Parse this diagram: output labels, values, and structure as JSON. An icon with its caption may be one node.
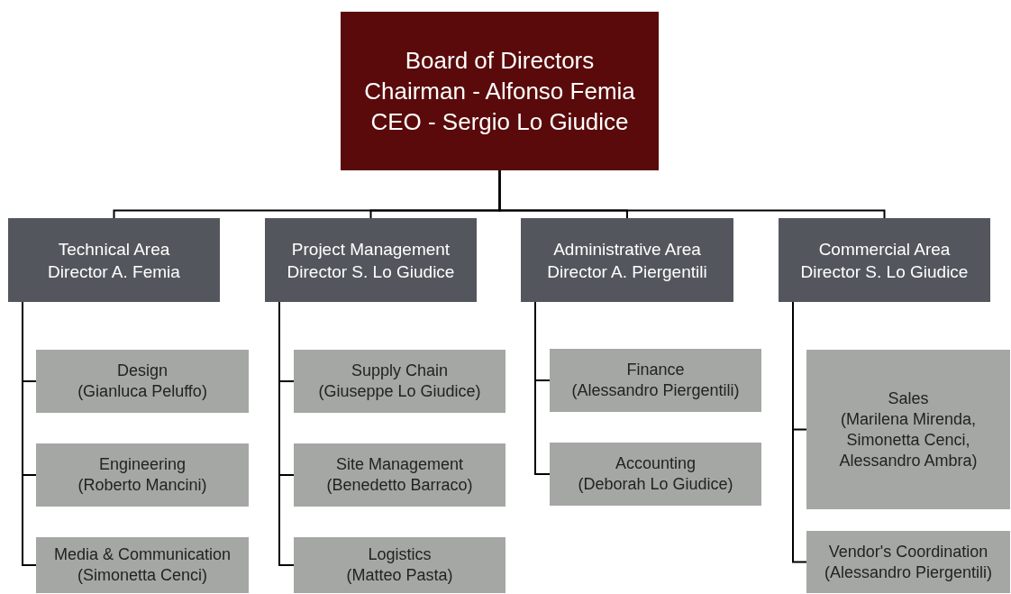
{
  "diagram": {
    "nodes": [
      {
        "text": [
          "Board of Directors",
          "Chairman - Alfonso Femia",
          "CEO - Sergio Lo Giudice"
        ]
      },
      {
        "text": [
          "Technical Area",
          "Director A. Femia"
        ]
      },
      {
        "text": [
          "Project Management",
          "Director S. Lo Giudice"
        ]
      },
      {
        "text": [
          "Administrative Area",
          "Director A. Piergentili"
        ]
      },
      {
        "text": [
          "Commercial Area",
          "Director S. Lo Giudice"
        ]
      },
      {
        "text": [
          "Design",
          "(Gianluca Peluffo)"
        ]
      },
      {
        "text": [
          "Engineering",
          "(Roberto Mancini)"
        ]
      },
      {
        "text": [
          "Media & Communication",
          "(Simonetta Cenci)"
        ]
      },
      {
        "text": [
          "Supply Chain",
          "(Giuseppe Lo Giudice)"
        ]
      },
      {
        "text": [
          "Site Management",
          "(Benedetto Barraco)"
        ]
      },
      {
        "text": [
          "Logistics",
          "(Matteo Pasta)"
        ]
      },
      {
        "text": [
          "Finance",
          "(Alessandro Piergentili)"
        ]
      },
      {
        "text": [
          "Accounting",
          "(Deborah Lo Giudice)"
        ]
      },
      {
        "text": [
          "Sales",
          "(Marilena Mirenda, Simonetta Cenci, Alessandro Ambra)"
        ]
      },
      {
        "text": [
          "Vendor's Coordination",
          "(Alessandro Piergentili)"
        ]
      }
    ],
    "edges": [
      {
        "from": 0,
        "to": 1,
        "arrow": "none"
      },
      {
        "from": 0,
        "to": 2,
        "arrow": "none"
      },
      {
        "from": 0,
        "to": 3,
        "arrow": "none"
      },
      {
        "from": 0,
        "to": 4,
        "arrow": "none"
      },
      {
        "from": 1,
        "to": 5,
        "arrow": "none"
      },
      {
        "from": 1,
        "to": 6,
        "arrow": "none"
      },
      {
        "from": 1,
        "to": 7,
        "arrow": "none"
      },
      {
        "from": 2,
        "to": 8,
        "arrow": "none"
      },
      {
        "from": 2,
        "to": 9,
        "arrow": "none"
      },
      {
        "from": 2,
        "to": 10,
        "arrow": "none"
      },
      {
        "from": 3,
        "to": 11,
        "arrow": "none"
      },
      {
        "from": 3,
        "to": 12,
        "arrow": "none"
      },
      {
        "from": 4,
        "to": 13,
        "arrow": "none"
      },
      {
        "from": 4,
        "to": 14,
        "arrow": "none"
      }
    ]
  }
}
